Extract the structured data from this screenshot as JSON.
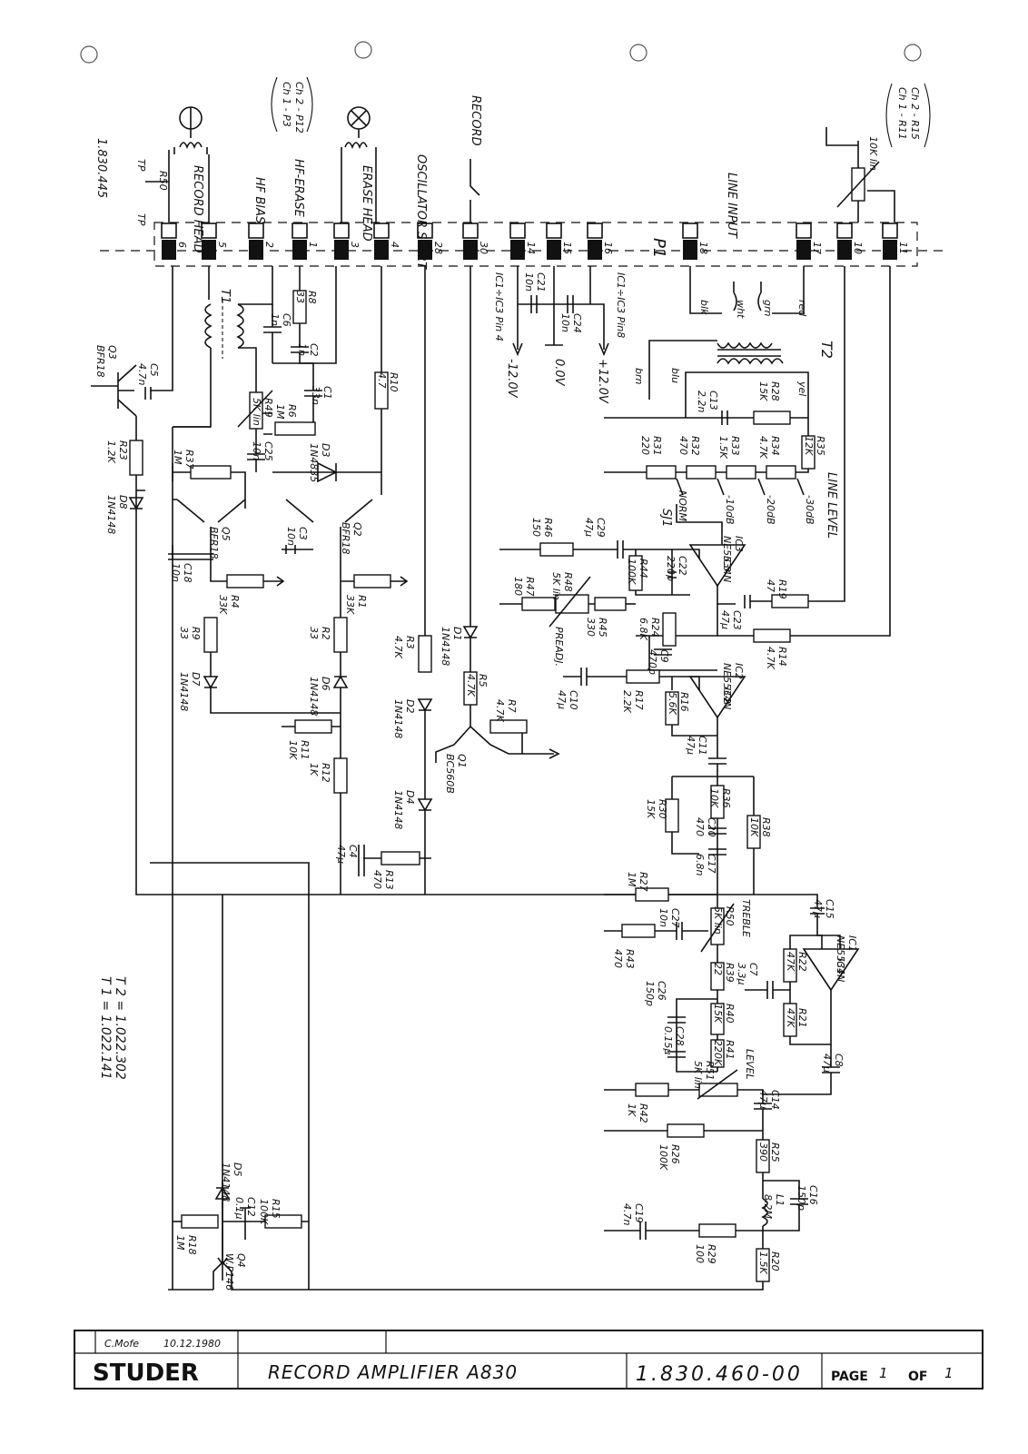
{
  "title_block": {
    "brand": "STUDER",
    "title": "RECORD AMPLIFIER   A830",
    "drawing_number": "1.830.460-00",
    "page_label": "PAGE",
    "page_number": "1",
    "of_label": "OF",
    "page_total": "1",
    "signature": "C.Mofe",
    "date": "10.12.1980"
  },
  "notes": {
    "assembly": "1.830.445",
    "t1": "T 1  =  1.022.141",
    "t2": "T 2  =  1.022.302",
    "ch_top_right_1": "Ch 1 - R11",
    "ch_top_right_2": "Ch 2 - R15",
    "ch_top_left_1": "Ch 1 - P3",
    "ch_top_left_2": "Ch 2 - P12"
  },
  "connector": {
    "name": "P1",
    "pins": [
      "6",
      "5",
      "2",
      "1",
      "3",
      "4",
      "28",
      "30",
      "14",
      "15",
      "16",
      "18",
      "17",
      "10",
      "11"
    ]
  },
  "signals": {
    "record_head": "RECORD HEAD",
    "hf_bias": "HF BIAS",
    "hf_erase": "HF-ERASE",
    "erase_head": "ERASE HEAD",
    "oscillator_start": "OSCILLATOR START",
    "record": "RECORD",
    "line_input": "LINE INPUT",
    "line_level": "LINE LEVEL",
    "minus12": "-12.0V",
    "zero": "0.0V",
    "plus12": "+12.0V",
    "ic_pin4": "IC1÷IC3 Pin 4",
    "ic_pin8": "IC1÷IC3 Pin8",
    "t1": "T1",
    "t2": "T2",
    "sj1": "SJ1",
    "norm": "NORM.",
    "m10": "-10dB",
    "m20": "-20dB",
    "m30": "-30dB",
    "tp": "TP",
    "blk": "blk",
    "wht": "wht",
    "grn": "grn",
    "red": "red",
    "brn": "brn",
    "blu": "blu",
    "yel": "yel",
    "pot_10k": "10K lin",
    "bias": "BIAS",
    "preadj": "PREADJ.",
    "treble": "TREBLE",
    "level": "LEVEL"
  },
  "components": {
    "r_left": [
      {
        "ref": "R23",
        "val": "1.2K"
      },
      {
        "ref": "R37",
        "val": "1M"
      },
      {
        "ref": "R4",
        "val": "33K"
      },
      {
        "ref": "R9",
        "val": "33"
      },
      {
        "ref": "R8",
        "val": "33"
      },
      {
        "ref": "R6",
        "val": "1M"
      },
      {
        "ref": "R10",
        "val": "4.7"
      },
      {
        "ref": "R1",
        "val": "33K"
      },
      {
        "ref": "R2",
        "val": "33"
      },
      {
        "ref": "R11",
        "val": "10K"
      },
      {
        "ref": "R12",
        "val": "1K"
      },
      {
        "ref": "R3",
        "val": "4.7K"
      },
      {
        "ref": "R5",
        "val": "4.7K"
      },
      {
        "ref": "R7",
        "val": "4.7K"
      },
      {
        "ref": "R13",
        "val": "470"
      },
      {
        "ref": "R15",
        "val": "100K"
      },
      {
        "ref": "R18",
        "val": "1M"
      }
    ],
    "r_right": [
      {
        "ref": "R28",
        "val": "15K"
      },
      {
        "ref": "R35",
        "val": "12K"
      },
      {
        "ref": "R31",
        "val": "220"
      },
      {
        "ref": "R32",
        "val": "470"
      },
      {
        "ref": "R33",
        "val": "1.5K"
      },
      {
        "ref": "R34",
        "val": "4.7K"
      },
      {
        "ref": "R46",
        "val": "150"
      },
      {
        "ref": "R47",
        "val": "180"
      },
      {
        "ref": "R44",
        "val": "100K"
      },
      {
        "ref": "R45",
        "val": "330"
      },
      {
        "ref": "R24",
        "val": "6.8K"
      },
      {
        "ref": "R19",
        "val": "47"
      },
      {
        "ref": "R14",
        "val": "4.7K"
      },
      {
        "ref": "R17",
        "val": "2.2K"
      },
      {
        "ref": "R16",
        "val": "5.6K"
      },
      {
        "ref": "R36",
        "val": "10K"
      },
      {
        "ref": "R30",
        "val": "15K"
      },
      {
        "ref": "R38",
        "val": "10K"
      },
      {
        "ref": "R27",
        "val": "1M"
      },
      {
        "ref": "R43",
        "val": "470"
      },
      {
        "ref": "R39",
        "val": "22"
      },
      {
        "ref": "R40",
        "val": "15K"
      },
      {
        "ref": "R41",
        "val": "220K"
      },
      {
        "ref": "R22",
        "val": "47K"
      },
      {
        "ref": "R21",
        "val": "47K"
      },
      {
        "ref": "R42",
        "val": "1K"
      },
      {
        "ref": "R26",
        "val": "100K"
      },
      {
        "ref": "R25",
        "val": "390"
      },
      {
        "ref": "R29",
        "val": "100"
      },
      {
        "ref": "R20",
        "val": "1.5K"
      }
    ],
    "pots": [
      {
        "ref": "R49",
        "val": "5K lin"
      },
      {
        "ref": "R48",
        "val": "5K lin"
      },
      {
        "ref": "R50",
        "val": "5K lin"
      },
      {
        "ref": "R51",
        "val": "5K lin"
      }
    ],
    "caps": [
      {
        "ref": "C5",
        "val": "4.7n"
      },
      {
        "ref": "C6",
        "val": "1n"
      },
      {
        "ref": "C2",
        "val": "1n"
      },
      {
        "ref": "C1",
        "val": "33n"
      },
      {
        "ref": "C25",
        "val": "10n"
      },
      {
        "ref": "C18",
        "val": "10n"
      },
      {
        "ref": "C3",
        "val": "10n"
      },
      {
        "ref": "C21",
        "val": "10n"
      },
      {
        "ref": "C24",
        "val": "10n"
      },
      {
        "ref": "C4",
        "val": "47µ"
      },
      {
        "ref": "C12",
        "val": "0.1µ"
      },
      {
        "ref": "C13",
        "val": "2.2n"
      },
      {
        "ref": "C29",
        "val": "47µ"
      },
      {
        "ref": "C22",
        "val": "220p"
      },
      {
        "ref": "C23",
        "val": "47µ"
      },
      {
        "ref": "C9",
        "val": "470p"
      },
      {
        "ref": "C10",
        "val": "47µ"
      },
      {
        "ref": "C11",
        "val": "47µ"
      },
      {
        "ref": "C20",
        "val": "470"
      },
      {
        "ref": "C17",
        "val": "6.8n"
      },
      {
        "ref": "C27",
        "val": "10n"
      },
      {
        "ref": "C15",
        "val": "47µ"
      },
      {
        "ref": "C7",
        "val": "3.3µ"
      },
      {
        "ref": "C26",
        "val": "150p"
      },
      {
        "ref": "C28",
        "val": "0.15µ"
      },
      {
        "ref": "C8",
        "val": "47µ"
      },
      {
        "ref": "C14",
        "val": "47µ"
      },
      {
        "ref": "C16",
        "val": "150p"
      },
      {
        "ref": "C19",
        "val": "4.7n"
      }
    ],
    "semis": [
      {
        "ref": "Q3",
        "val": "BFR18"
      },
      {
        "ref": "Q5",
        "val": "BFR18"
      },
      {
        "ref": "Q2",
        "val": "BFR18"
      },
      {
        "ref": "Q1",
        "val": "BC560B"
      },
      {
        "ref": "Q4",
        "val": "W.P146"
      },
      {
        "ref": "D8",
        "val": "1N4148"
      },
      {
        "ref": "D3",
        "val": "1N4835"
      },
      {
        "ref": "D7",
        "val": "1N4148"
      },
      {
        "ref": "D6",
        "val": "1N4148"
      },
      {
        "ref": "D1",
        "val": "1N4148"
      },
      {
        "ref": "D2",
        "val": "1N4148"
      },
      {
        "ref": "D4",
        "val": "1N4148"
      },
      {
        "ref": "D5",
        "val": "1N4148"
      },
      {
        "ref": "L1",
        "val": "8.2M"
      },
      {
        "ref": "IC1",
        "val": "NE5534N"
      },
      {
        "ref": "IC2",
        "val": "NE5534N"
      },
      {
        "ref": "IC3",
        "val": "NE5534N"
      }
    ]
  }
}
